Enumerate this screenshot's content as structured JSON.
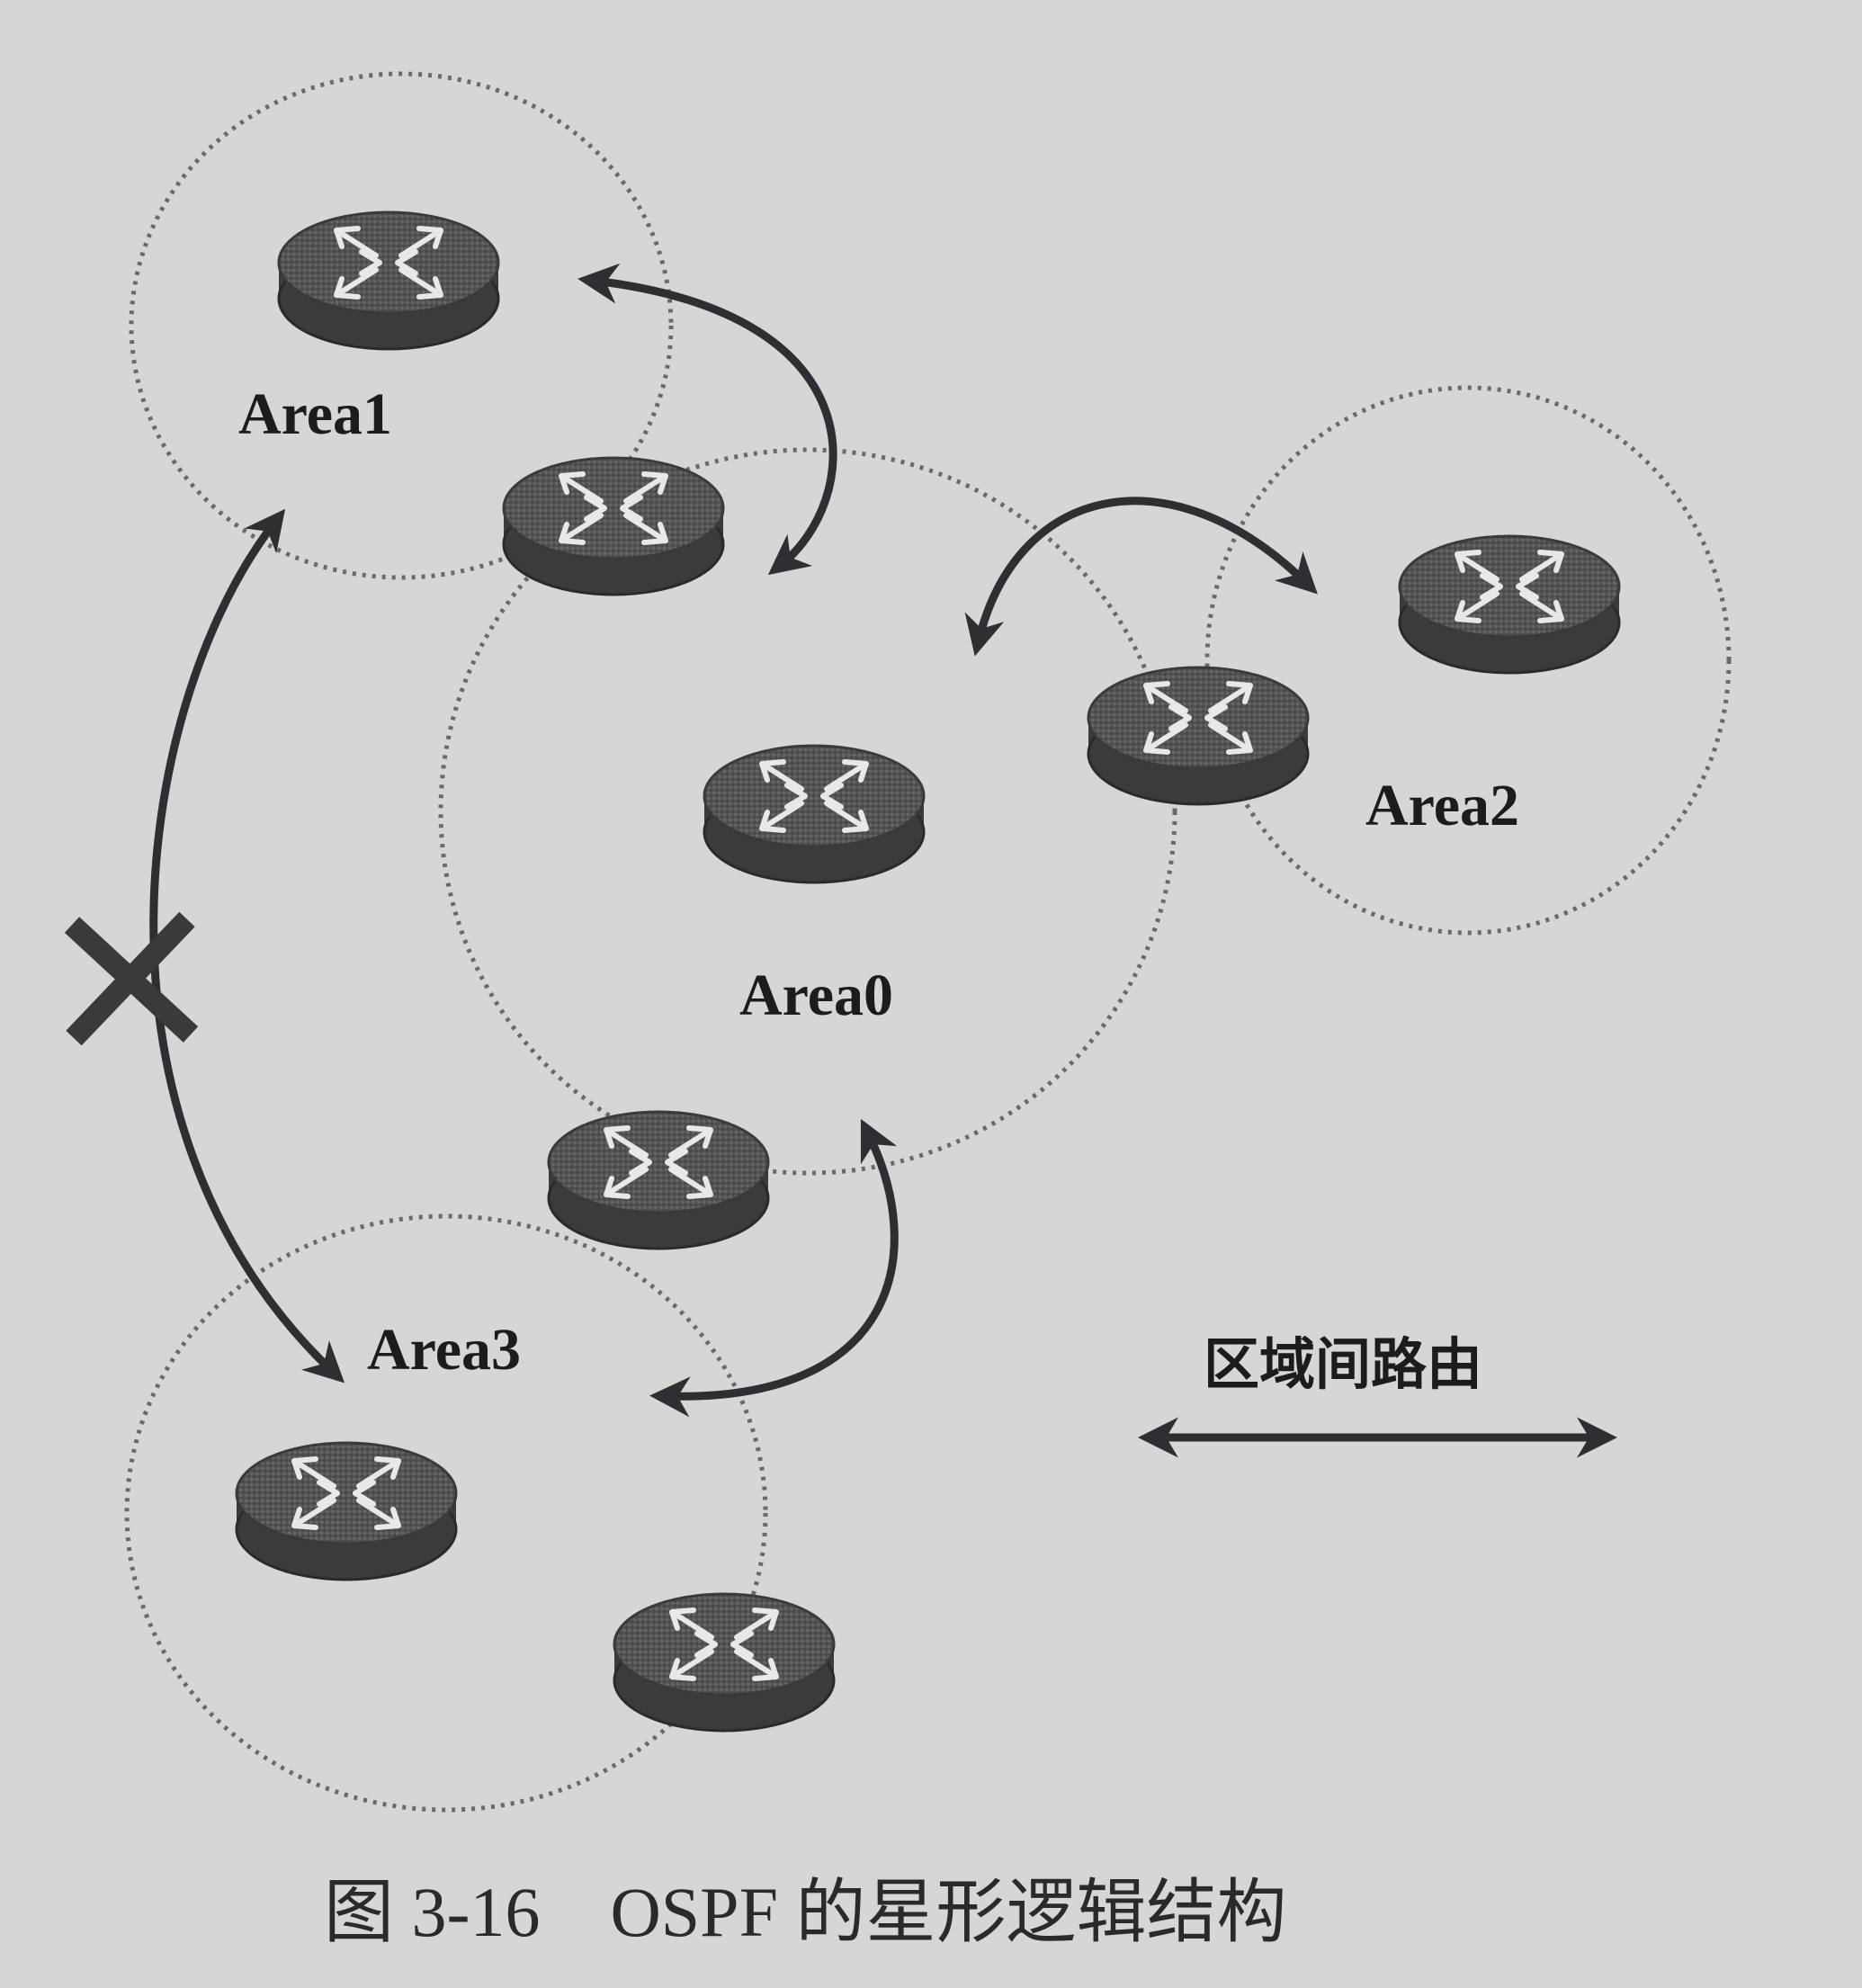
{
  "areas": [
    {
      "id": "area1",
      "label": "Area1"
    },
    {
      "id": "area0",
      "label": "Area0"
    },
    {
      "id": "area2",
      "label": "Area2"
    },
    {
      "id": "area3",
      "label": "Area3"
    }
  ],
  "router_icon": "router-icon",
  "blocked_marker_icon": "x-cross-icon",
  "legend": {
    "label": "区域间路由",
    "arrow_icon": "double-headed-arrow-icon"
  },
  "caption": "图 3-16　OSPF 的星形逻辑结构"
}
